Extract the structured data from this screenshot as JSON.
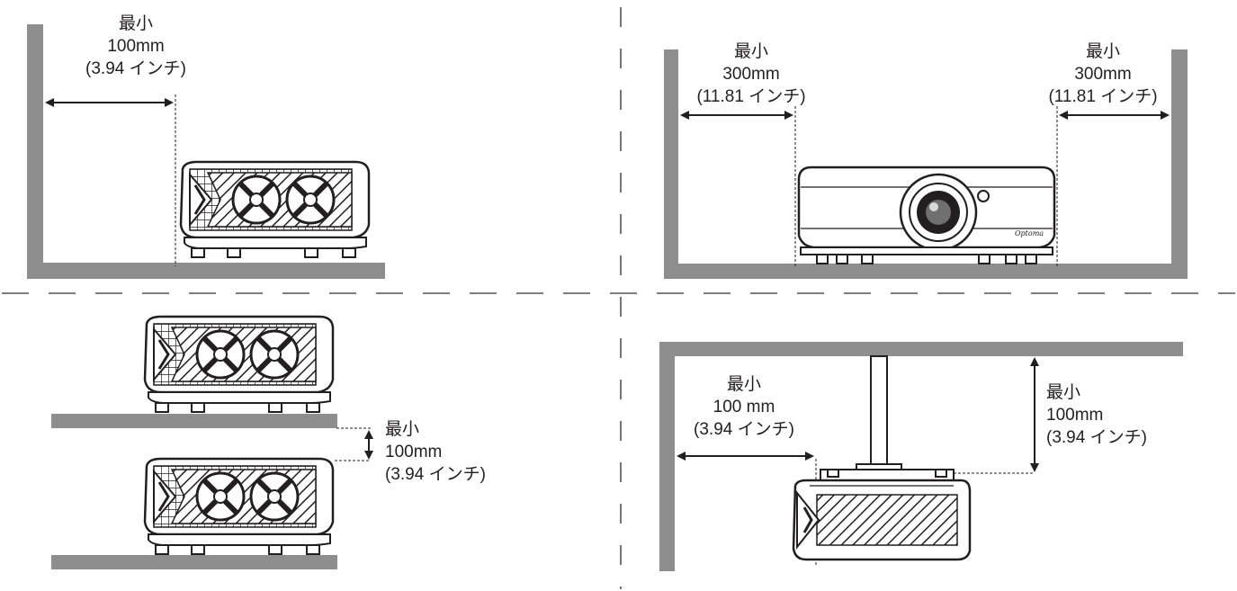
{
  "colors": {
    "wall": "#8e8e8e",
    "ink": "#231f20",
    "divider": "#555555"
  },
  "labels": {
    "q1": {
      "line1": "最小",
      "line2": "100mm",
      "line3": "(3.94 インチ)"
    },
    "q2_left": {
      "line1": "最小",
      "line2": "300mm",
      "line3": "(11.81 インチ)"
    },
    "q2_right": {
      "line1": "最小",
      "line2": "300mm",
      "line3": "(11.81 インチ)"
    },
    "q3": {
      "line1": "最小",
      "line2": "100mm",
      "line3": "(3.94 インチ)"
    },
    "q4_side": {
      "line1": "最小",
      "line2": "100 mm",
      "line3": "(3.94 インチ)"
    },
    "q4_top": {
      "line1": "最小",
      "line2": "100mm",
      "line3": "(3.94 インチ)"
    }
  },
  "icons": {
    "projector": "projector-icon",
    "arrow": "double-arrow-icon",
    "wall": "wall-icon",
    "pole": "ceiling-mount-pole-icon"
  },
  "brand_text": "Optoma"
}
